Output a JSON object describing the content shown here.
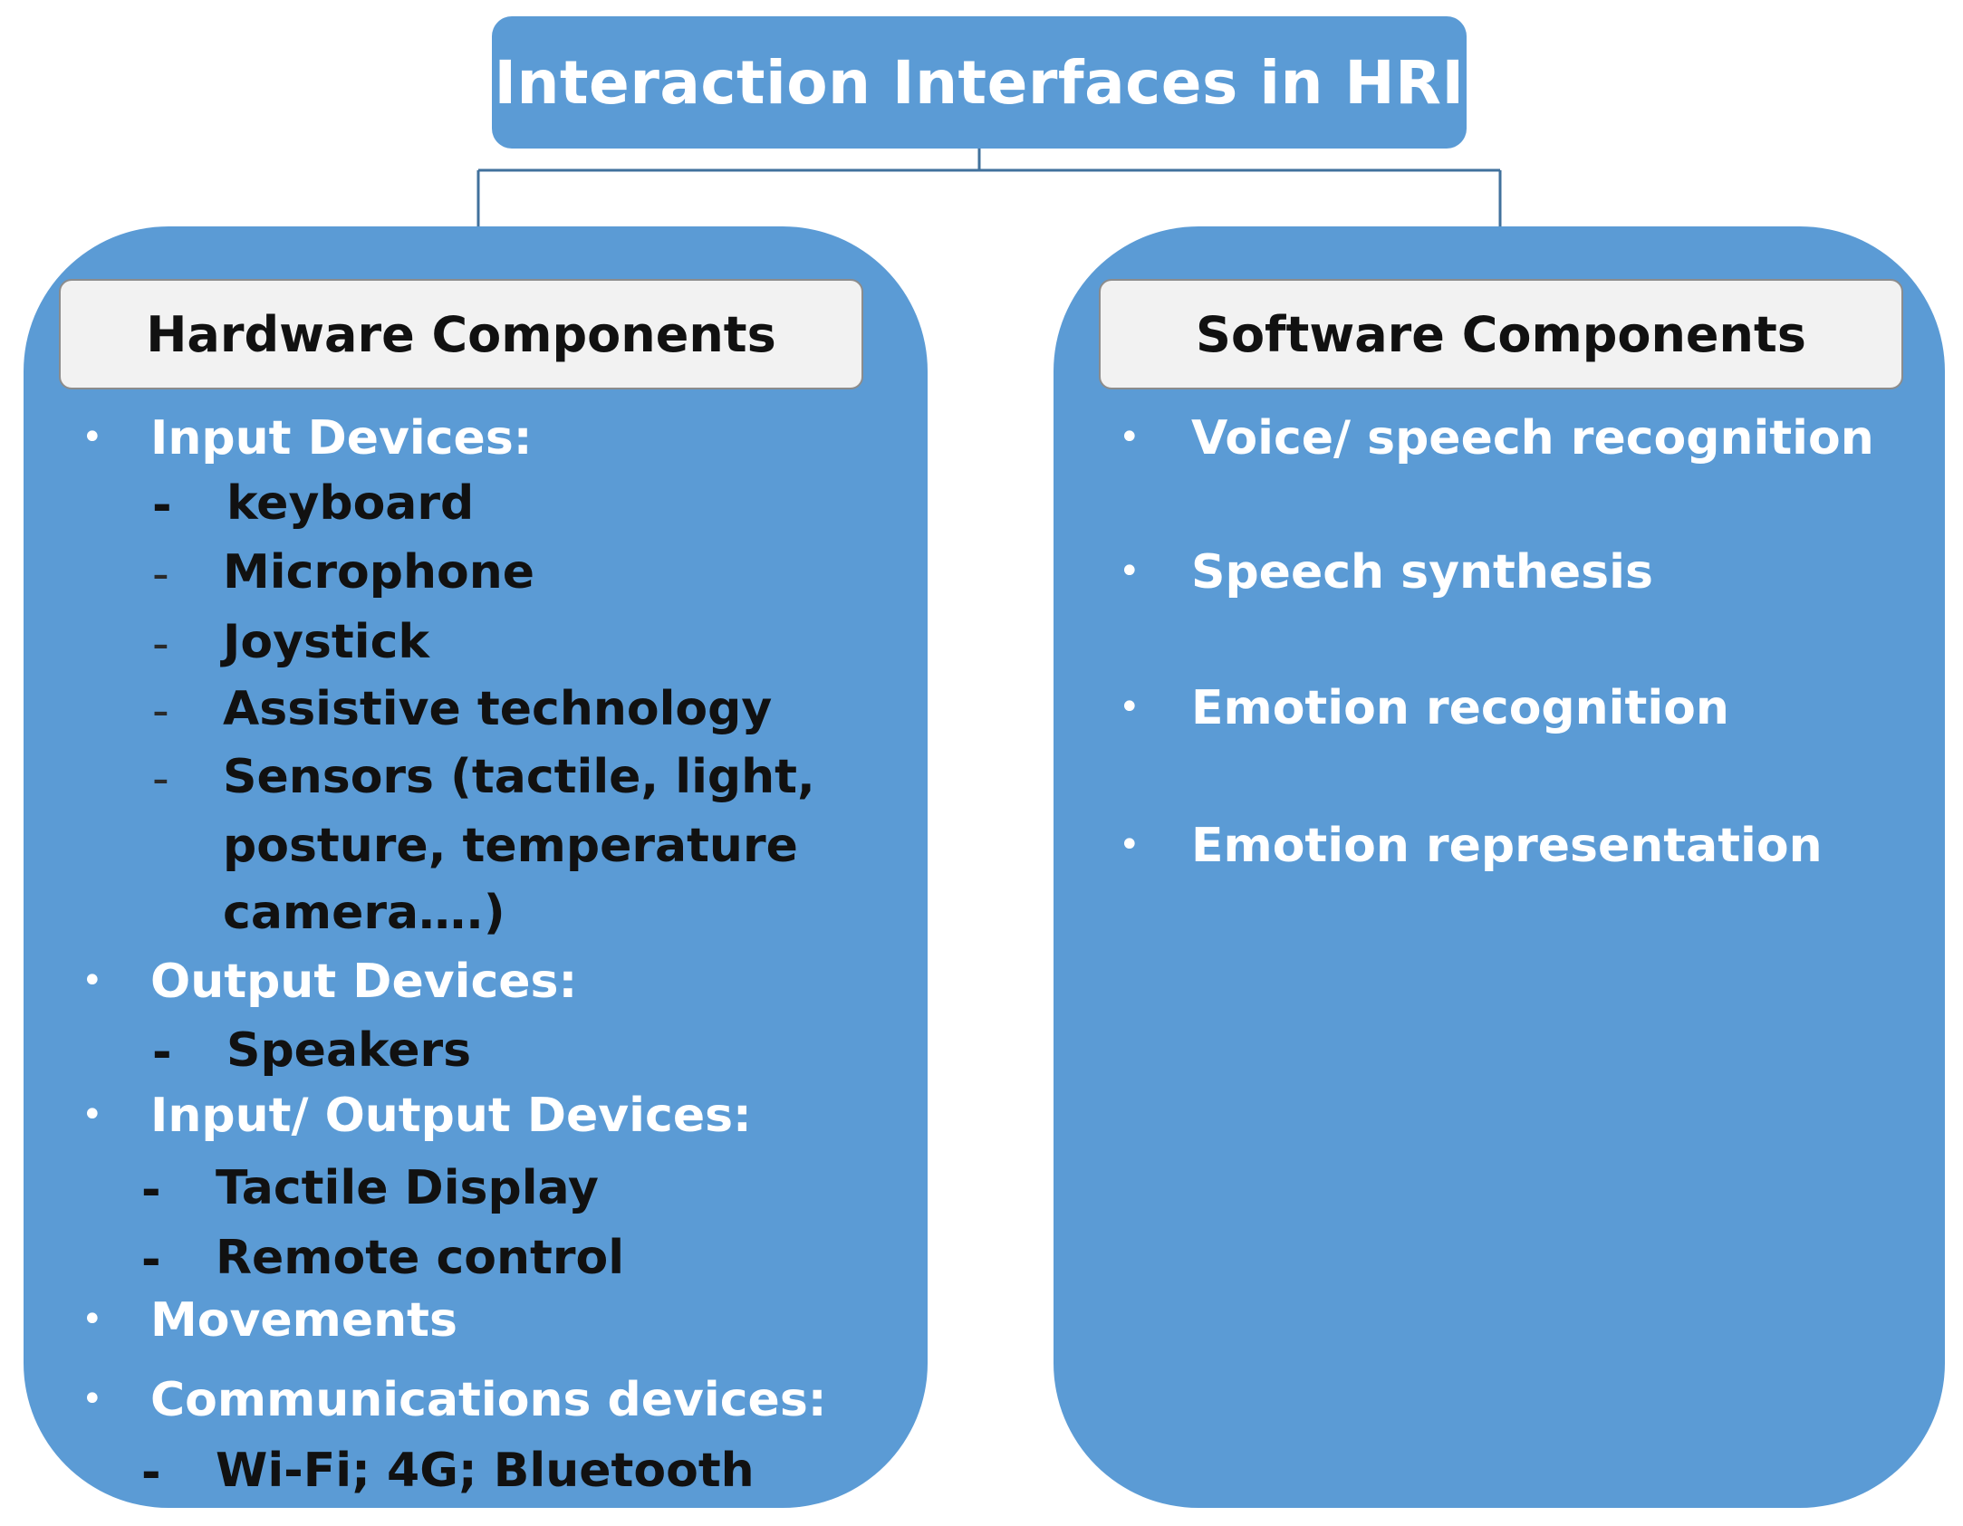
{
  "title": "Interaction Interfaces in HRI",
  "colors": {
    "panel": "#5b9bd5",
    "header_bg": "#f2f2f2",
    "connector": "#41719c"
  },
  "hardware": {
    "header": "Hardware Components",
    "sections": [
      {
        "label": "Input Devices:",
        "items": [
          "keyboard",
          "Microphone",
          "Joystick",
          "Assistive technology",
          "Sensors (tactile, light,",
          "posture, temperature",
          "camera….)"
        ]
      },
      {
        "label": "Output Devices:",
        "items": [
          "Speakers"
        ]
      },
      {
        "label": "Input/ Output Devices:",
        "items": [
          "Tactile Display",
          "Remote control"
        ]
      },
      {
        "label": "Movements",
        "items": []
      },
      {
        "label": "Communications devices:",
        "items": [
          "Wi-Fi; 4G; Bluetooth"
        ]
      }
    ]
  },
  "software": {
    "header": "Software Components",
    "items": [
      "Voice/ speech recognition",
      "Speech synthesis",
      "Emotion recognition",
      "Emotion representation"
    ]
  }
}
